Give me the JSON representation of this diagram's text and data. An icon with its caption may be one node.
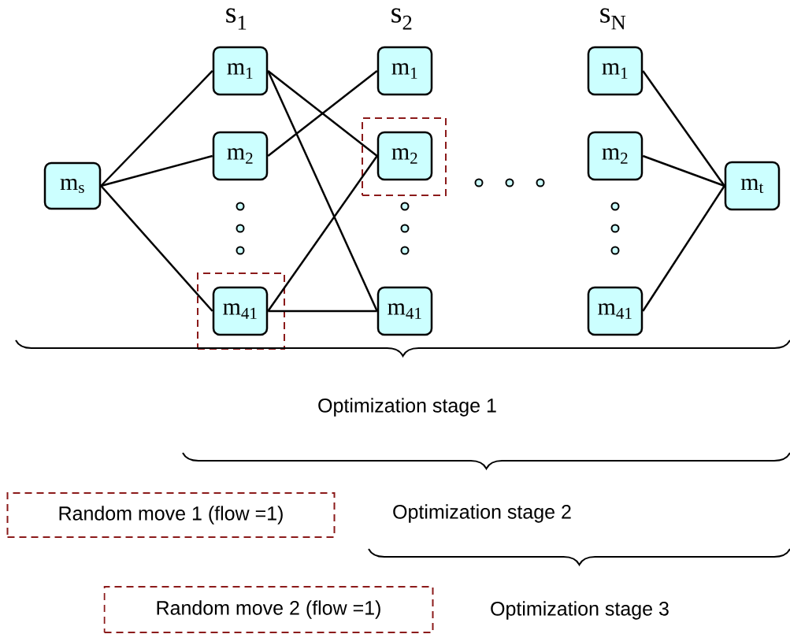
{
  "diagram": {
    "nodes": [
      {
        "text": [
          "m$_{s}$"
        ]
      },
      {
        "text": [
          "m$_{1}$"
        ]
      },
      {
        "text": [
          "m$_{2}$"
        ]
      },
      {
        "text": [],
        "shape": "box"
      },
      {
        "text": [
          "m$_{41}$"
        ],
        "in": 3
      },
      {
        "text": [
          "m$_{1}$"
        ]
      },
      {
        "text": [],
        "shape": "box"
      },
      {
        "text": [
          "m$_{2}$"
        ],
        "in": 6
      },
      {
        "text": [
          "m$_{41}$"
        ]
      },
      {
        "text": [
          "m$_{1}$"
        ]
      },
      {
        "text": [
          "m$_{2}$"
        ]
      },
      {
        "text": [
          "m$_{41}$"
        ]
      },
      {
        "text": [
          "m$_{t}$"
        ]
      },
      {
        "text": [
          "Random move 1 (flow =1)"
        ]
      },
      {
        "text": [
          "Random move 2 (flow =1)"
        ]
      }
    ],
    "edges": [
      {
        "from": 0,
        "to": 1,
        "arrow": "none"
      },
      {
        "from": 0,
        "to": 2,
        "arrow": "none"
      },
      {
        "from": 0,
        "to": 4,
        "arrow": "none"
      },
      {
        "from": 1,
        "to": 7,
        "arrow": "none"
      },
      {
        "from": 1,
        "to": 8,
        "arrow": "none"
      },
      {
        "from": 2,
        "to": 5,
        "arrow": "none"
      },
      {
        "from": 4,
        "to": 7,
        "arrow": "none"
      },
      {
        "from": 4,
        "to": 8,
        "arrow": "none"
      },
      {
        "from": 9,
        "to": 12,
        "arrow": "none"
      },
      {
        "from": 10,
        "to": 12,
        "arrow": "none"
      },
      {
        "from": 11,
        "to": 12,
        "arrow": "none"
      }
    ],
    "labels": [
      "s$_{1}$",
      "s$_{2}$",
      "s$_{N}$",
      "Optimization stage 1",
      "Optimization stage 2",
      "Optimization stage 3"
    ]
  }
}
